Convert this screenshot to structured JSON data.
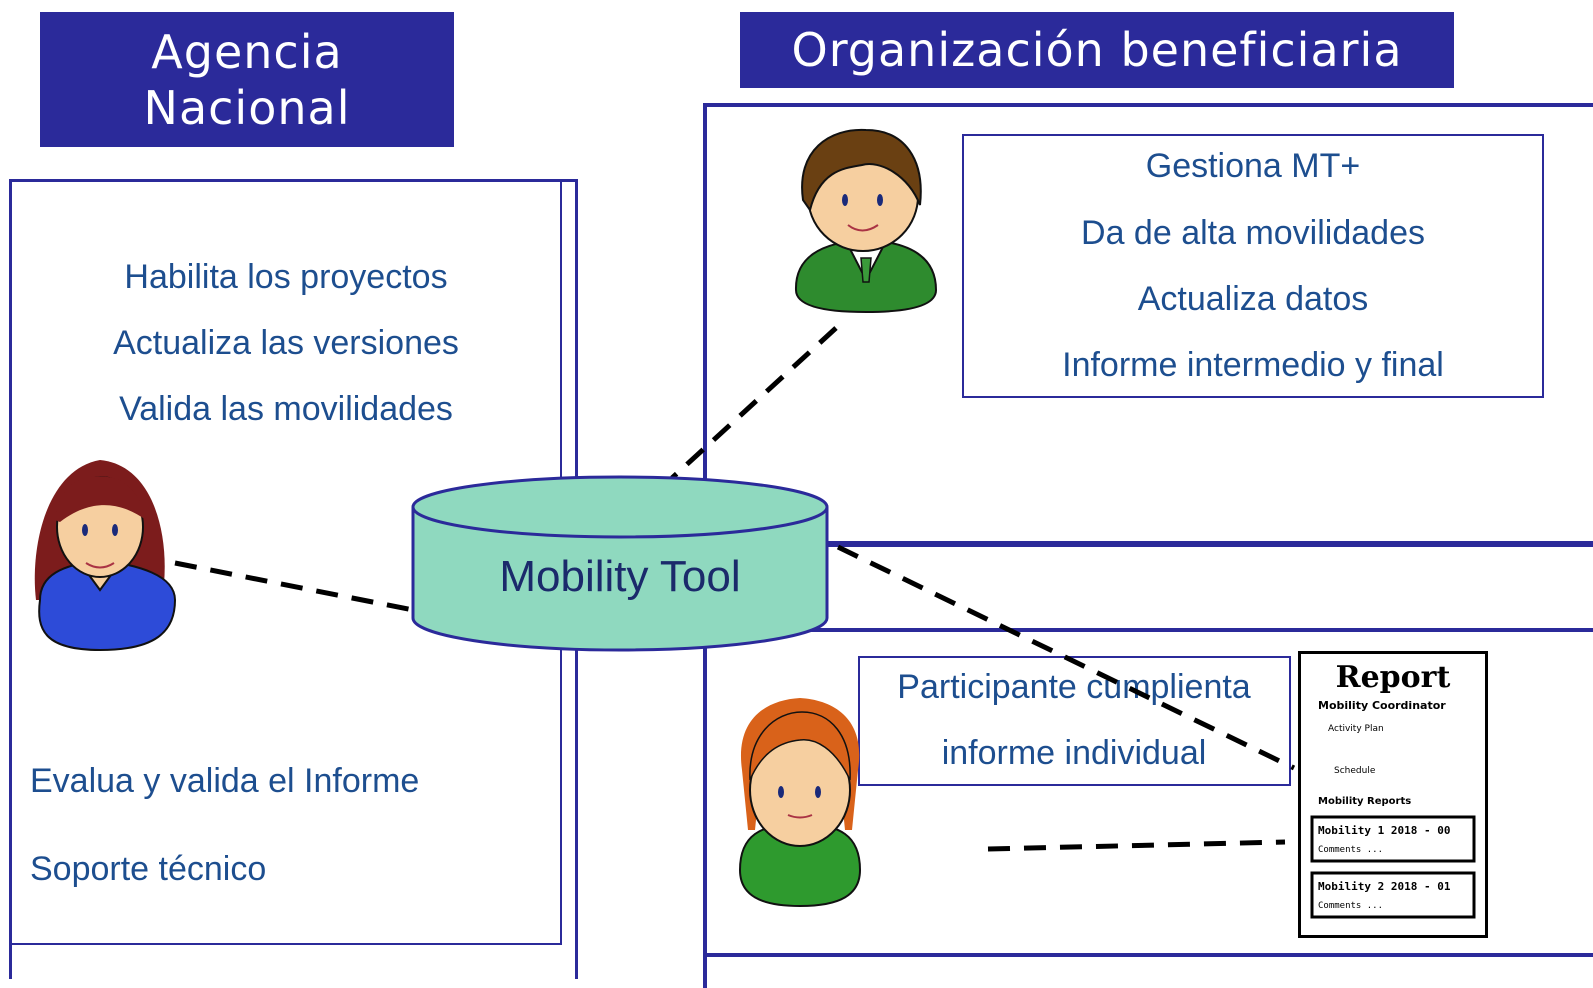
{
  "agency": {
    "title_lines": [
      "Agencia",
      "Nacional"
    ],
    "tasks": [
      "Habilita los proyectos",
      "Actualiza las versiones",
      "Valida las movilidades"
    ],
    "support": [
      "Evalua y valida el Informe",
      "Soporte técnico"
    ]
  },
  "beneficiary": {
    "title": "Organización beneficiaria",
    "tasks": [
      "Gestiona MT+",
      "Da  de alta movilidades",
      "Actualiza datos",
      "Informe intermedio y  final"
    ],
    "participant_lines": [
      "Participante cumplienta",
      "informe individual"
    ]
  },
  "database": {
    "label": "Mobility Tool"
  },
  "report": {
    "title": "Report",
    "lines": [
      "Mobility Coordinator",
      "Activity Plan",
      "Schedule",
      "Mobility Reports",
      "Mobility 1 2018 - 00",
      "Comments ...",
      "Mobility 2 2018 - 01",
      "Comments ..."
    ]
  },
  "colors": {
    "header_bg": "#2b2a9a",
    "frame": "#2b2a9a",
    "text_blue": "#1d4e8f",
    "db_fill": "#8fd9bf",
    "db_label": "#1b2a6b"
  },
  "icons": [
    "woman-avatar-icon",
    "man-avatar-icon",
    "girl-avatar-icon",
    "report-document-icon"
  ]
}
